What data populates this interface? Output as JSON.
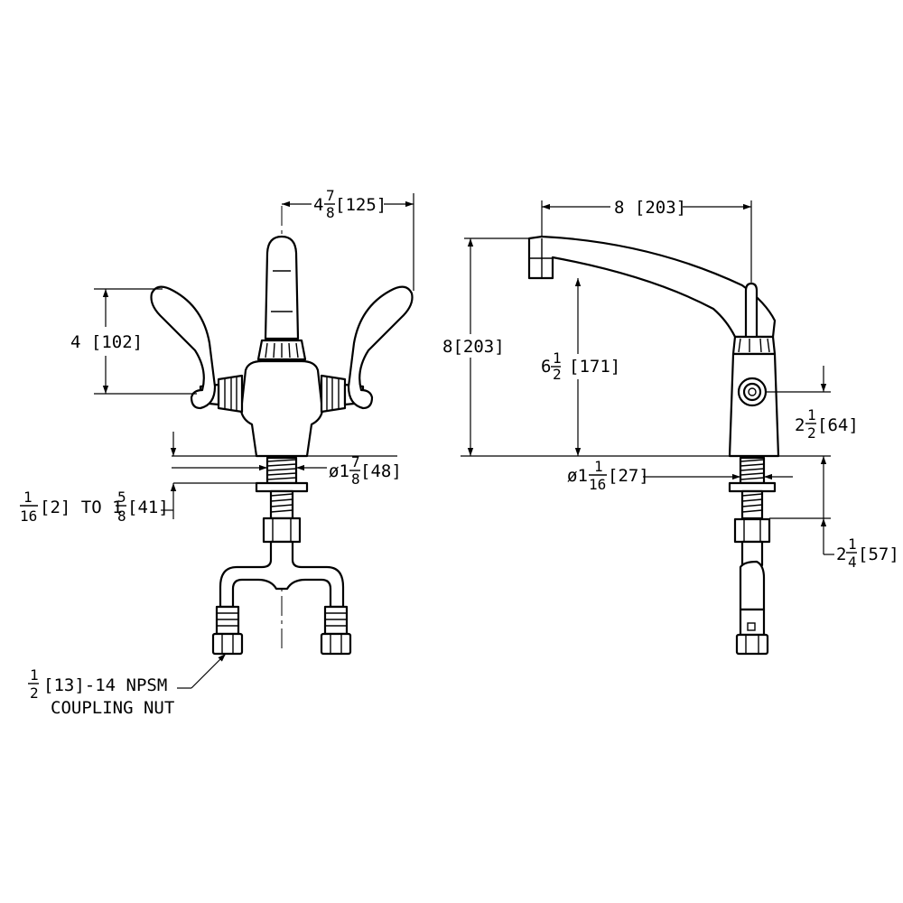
{
  "front_view": {
    "width_whole": "4",
    "width_num": "7",
    "width_den": "8",
    "width_mm": "[125]",
    "handle_height": "4 [102]",
    "stem_dia_prefix": "ø1",
    "stem_dia_num": "7",
    "stem_dia_den": "8",
    "stem_dia_mm": "[48]",
    "deck_num1": "1",
    "deck_den1": "16",
    "deck_mm1": "[2] TO 1",
    "deck_num2": "5",
    "deck_den2": "8",
    "deck_mm2": "[41]",
    "nut_num": "1",
    "nut_den": "2",
    "nut_line1": "[13]-14 NPSM",
    "nut_line2": "COUPLING NUT"
  },
  "side_view": {
    "reach": "8 [203]",
    "height": "8[203]",
    "spout_whole": "6",
    "spout_num": "1",
    "spout_den": "2",
    "spout_mm": "[171]",
    "inlet_whole": "2",
    "inlet_num": "1",
    "inlet_den": "2",
    "inlet_mm": "[64]",
    "shank_prefix": "ø1",
    "shank_num": "1",
    "shank_den": "16",
    "shank_mm": "[27]",
    "nut_whole": "2",
    "nut_num": "1",
    "nut_den": "4",
    "nut_mm": "[57]"
  }
}
